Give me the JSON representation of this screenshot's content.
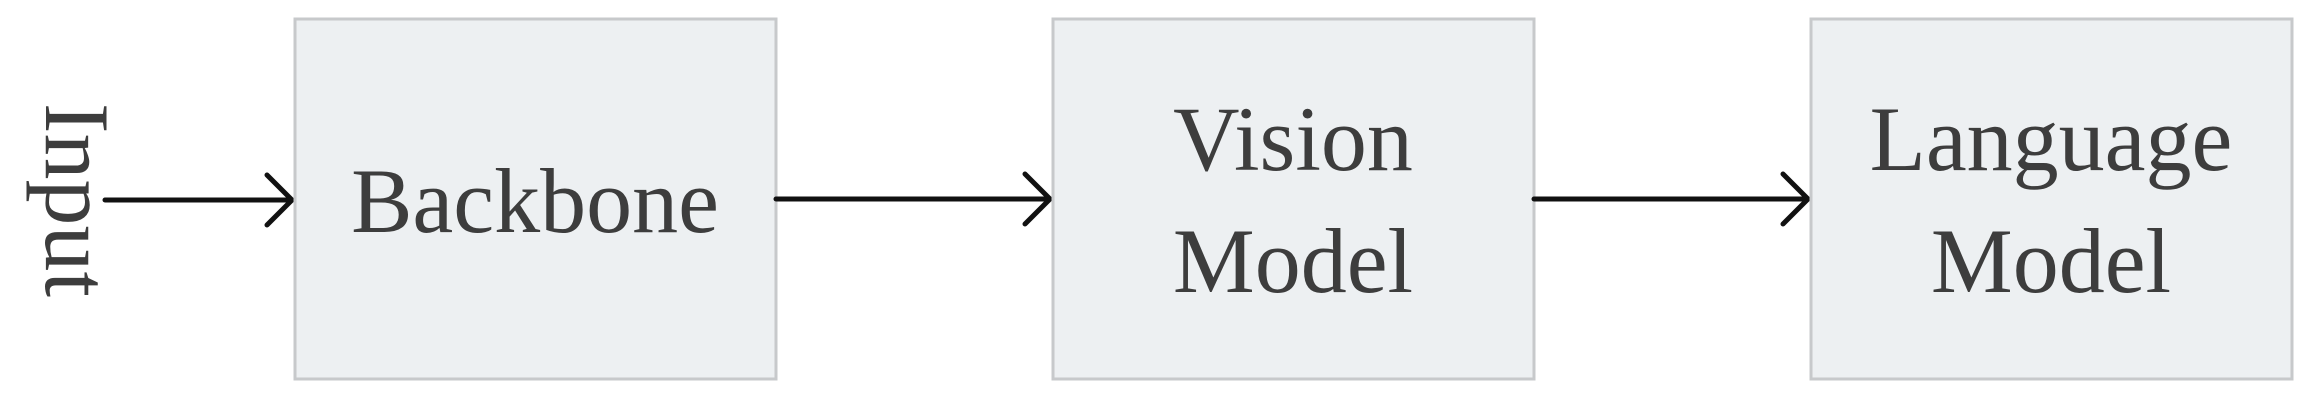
{
  "diagram": {
    "input_label": "Input",
    "boxes": [
      {
        "id": "backbone",
        "lines": [
          "Backbone"
        ]
      },
      {
        "id": "vision-model",
        "lines": [
          "Vision",
          "Model"
        ]
      },
      {
        "id": "language-model",
        "lines": [
          "Language",
          "Model"
        ]
      }
    ],
    "colors": {
      "box_fill": "#edf0f2",
      "box_stroke": "#c7c9cb",
      "text": "#3d3d3d",
      "arrow": "#111111"
    }
  }
}
